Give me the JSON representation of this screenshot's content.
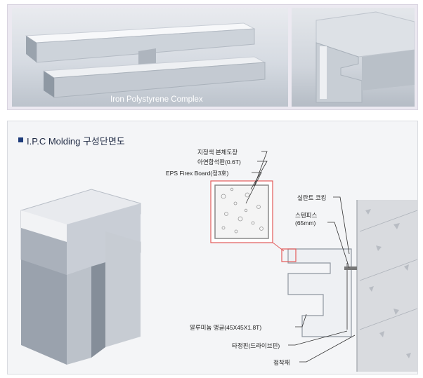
{
  "top_banner": {
    "caption": "Iron Polystyrene Complex"
  },
  "section": {
    "title": "I.P.C Molding 구성단면도"
  },
  "diagram_labels": {
    "finish_coating": "지정색 본체도장",
    "galvanized_plate": "아연함석판(0.6T)",
    "eps_board": "EPS Firex Board(정3호)",
    "sealant_caulking": "실란트 코킹",
    "stainless": "스텐피스",
    "stainless_size": "(65mm)",
    "aluminum_angle": "알루미늄 앵글(45X45X1.8T)",
    "drive_pin": "타정핀(드라이브핀)",
    "adhesive": "접착재"
  },
  "colors": {
    "accent_red": "#e35a5a",
    "title_navy": "#1d3b7a"
  }
}
